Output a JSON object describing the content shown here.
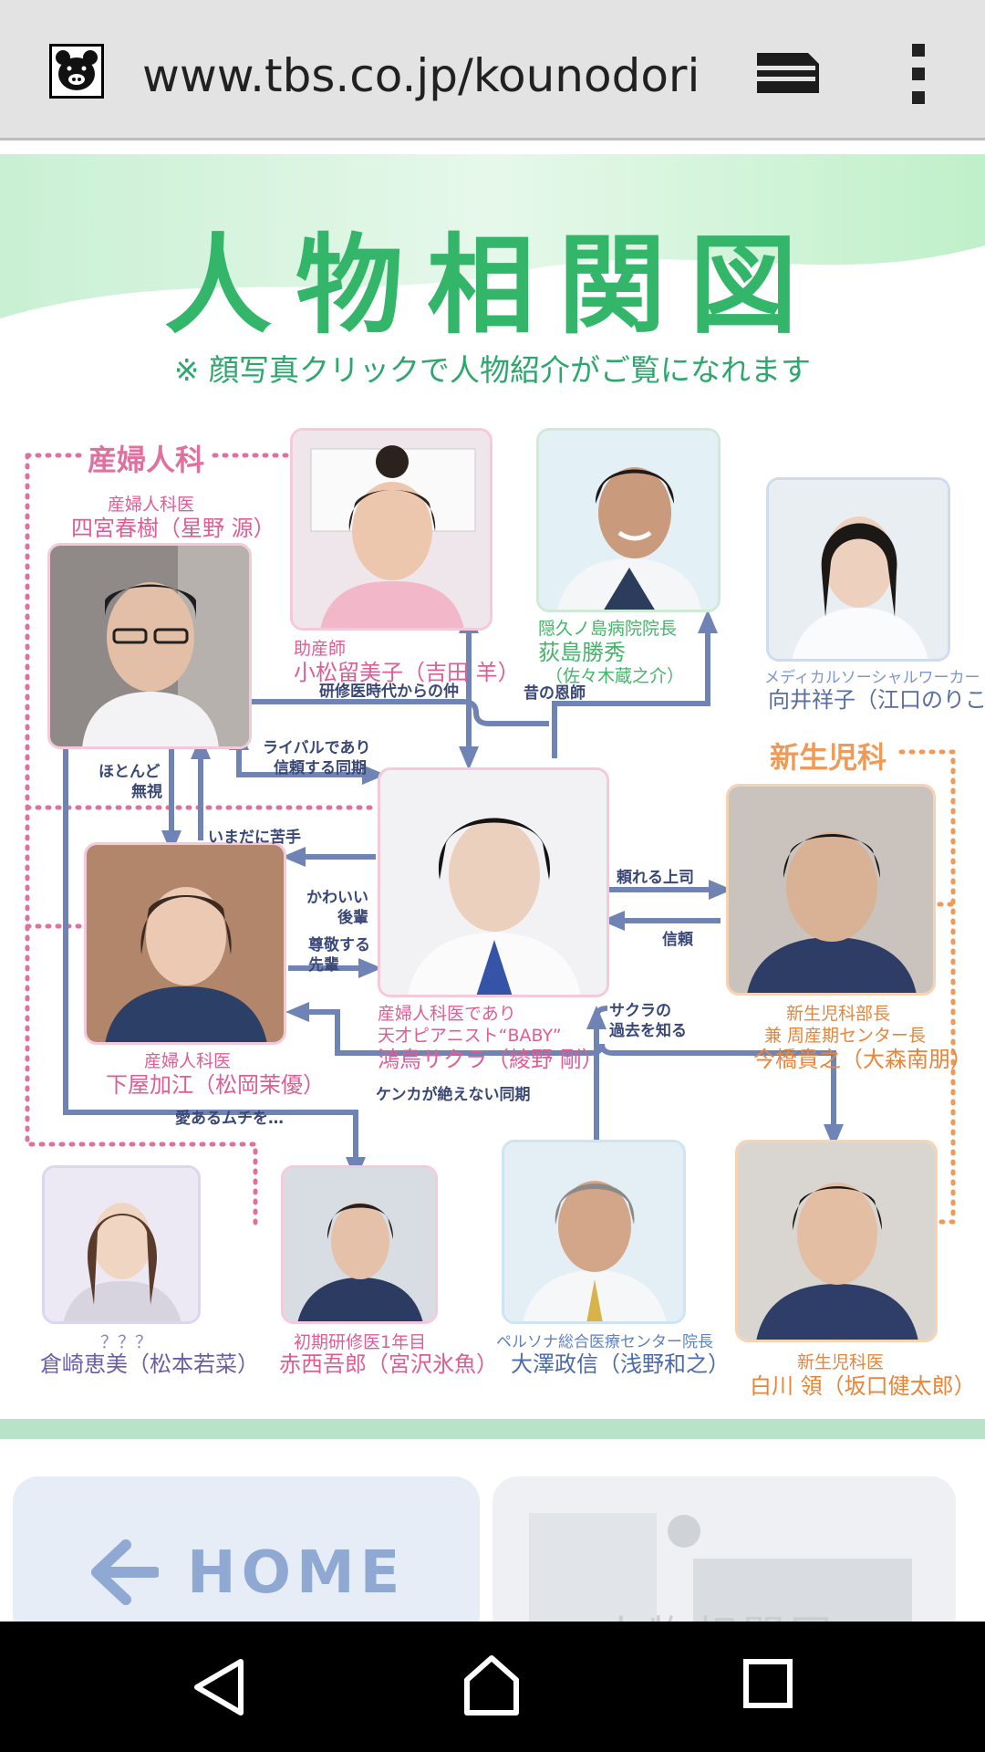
{
  "browser": {
    "url": "www.tbs.co.jp/kounodori/",
    "icons": [
      "site-favicon-pig-icon",
      "tabs-icon",
      "menu-kebab-icon"
    ]
  },
  "page": {
    "title": "人物相関図",
    "notice": "※ 顔写真クリックで人物紹介がご覧になれます",
    "sections": {
      "obgyn": "産婦人科",
      "neonatal": "新生児科"
    },
    "people": {
      "shinomiya": {
        "role": "産婦人科医",
        "name": "四宮春樹（星野 源）"
      },
      "komatsu": {
        "role": "助産師",
        "name": "小松留美子（吉田 羊）"
      },
      "ogishima": {
        "role": "隠久ノ島病院院長",
        "name": "荻島勝秀",
        "actor": "（佐々木蔵之介）"
      },
      "mukai": {
        "role": "メディカルソーシャルワーカー",
        "name": "向井祥子（江口のりこ）"
      },
      "konotori": {
        "role": "産婦人科医であり",
        "role2": "天才ピアニスト“BABY”",
        "name": "鴻鳥サクラ（綾野 剛）"
      },
      "imabashi": {
        "role": "新生児科部長",
        "role2": "兼 周産期センター長",
        "name": "今橋貴之（大森南朋）"
      },
      "shimoya": {
        "role": "産婦人科医",
        "name": "下屋加江（松岡茉優）"
      },
      "kurasaki": {
        "role": "？？？",
        "name": "倉崎恵美（松本若菜）"
      },
      "akanishi": {
        "role": "初期研修医1年目",
        "name": "赤西吾郎（宮沢氷魚）"
      },
      "osawa": {
        "role": "ペルソナ総合医療センター院長",
        "name": "大澤政信（浅野和之）"
      },
      "shirakawa": {
        "role": "新生児科医",
        "name": "白川 領（坂口健太郎）"
      }
    },
    "relations": {
      "trainee_era": "研修医時代からの仲",
      "mentor": "昔の恩師",
      "rival_1": "ライバルであり",
      "rival_2": "信頼する同期",
      "ignore_1": "ほとんど",
      "ignore_2": "無視",
      "still_weak": "いまだに苦手",
      "cute_1": "かわいい",
      "cute_2": "後輩",
      "respect_1": "尊敬する",
      "respect_2": "先輩",
      "reliable_boss": "頼れる上司",
      "trust": "信頼",
      "past_1": "サクラの",
      "past_2": "過去を知る",
      "quarrel": "ケンカが絶えない同期",
      "tough_love": "愛あるムチを…"
    },
    "nav": {
      "home_label": "HOME",
      "chart_card_label": "人物相関図"
    }
  },
  "colors": {
    "title_green": "#33b56a",
    "arrow_blue": "#6f83b4",
    "obgyn_dots": "#e0709f",
    "neonatal_dots": "#f09a58"
  },
  "system_nav": {
    "icons": [
      "back-icon",
      "home-icon",
      "recents-icon"
    ]
  }
}
